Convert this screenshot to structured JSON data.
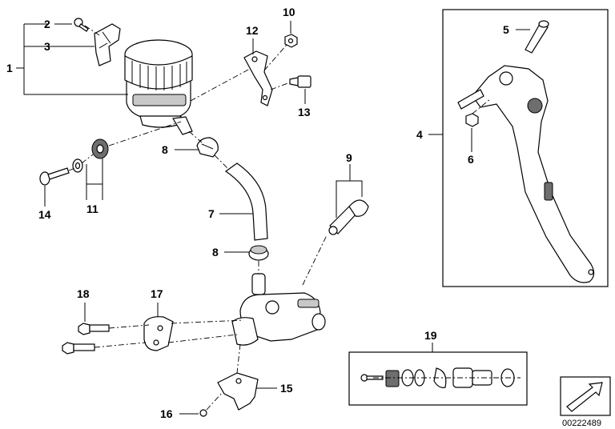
{
  "callouts": {
    "c1": "1",
    "c2": "2",
    "c3": "3",
    "c4": "4",
    "c5": "5",
    "c6": "6",
    "c7": "7",
    "c8a": "8",
    "c8b": "8",
    "c9": "9",
    "c10": "10",
    "c11": "11",
    "c12": "12",
    "c13": "13",
    "c14": "14",
    "c15": "15",
    "c16": "16",
    "c17": "17",
    "c18": "18",
    "c19": "19"
  },
  "doc_number": "00222489",
  "colors": {
    "line": "#000000",
    "shading": "#c8c8c8",
    "background": "#ffffff"
  },
  "icons": {
    "corner_badge": "arrow-icon"
  }
}
